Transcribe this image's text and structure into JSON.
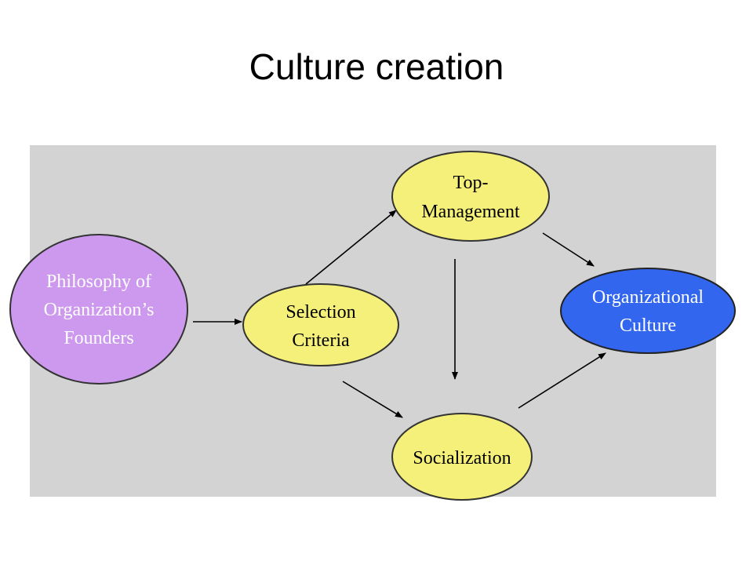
{
  "title": "Culture creation",
  "colors": {
    "panel": "#d3d3d3",
    "founders_fill": "#cc99ee",
    "process_fill": "#f5f07a",
    "culture_fill": "#3366ee",
    "edge": "#000000"
  },
  "nodes": {
    "founders": {
      "line1": "Philosophy of",
      "line2": "Organization’s",
      "line3": "Founders"
    },
    "selection": {
      "line1": "Selection",
      "line2": "Criteria"
    },
    "top_management": {
      "line1": "Top-",
      "line2": "Management"
    },
    "socialization": {
      "line1": "Socialization"
    },
    "culture": {
      "line1": "Organizational",
      "line2": "Culture"
    }
  },
  "edges": [
    {
      "from": "founders",
      "to": "selection"
    },
    {
      "from": "selection",
      "to": "top_management"
    },
    {
      "from": "selection",
      "to": "socialization"
    },
    {
      "from": "top_management",
      "to": "socialization"
    },
    {
      "from": "top_management",
      "to": "culture"
    },
    {
      "from": "socialization",
      "to": "culture"
    }
  ]
}
